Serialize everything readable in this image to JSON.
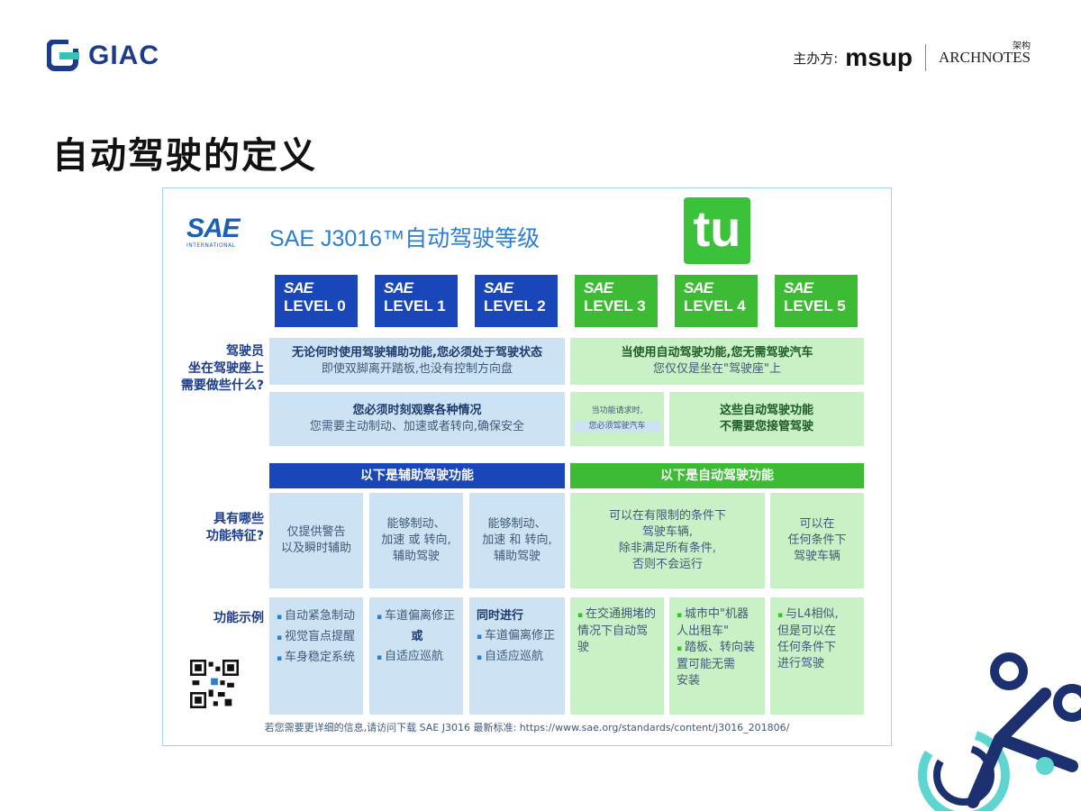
{
  "header": {
    "logo_text": "GIAC",
    "organizer_label": "主办方:",
    "msup": "msup",
    "archnotes": "ARCHNOTES",
    "archnotes_sub": "架构",
    "page_title": "自动驾驶的定义"
  },
  "chart": {
    "sae_logo": "SAE",
    "sae_sub": "INTERNATIONAL",
    "title": "SAE J3016™自动驾驶等级",
    "tu_logo": "tu",
    "levels": [
      {
        "sae": "SAE",
        "name": "LEVEL 0"
      },
      {
        "sae": "SAE",
        "name": "LEVEL 1"
      },
      {
        "sae": "SAE",
        "name": "LEVEL 2"
      },
      {
        "sae": "SAE",
        "name": "LEVEL 3"
      },
      {
        "sae": "SAE",
        "name": "LEVEL 4"
      },
      {
        "sae": "SAE",
        "name": "LEVEL 5"
      }
    ],
    "row_heads": {
      "driver": [
        "驾驶员",
        "坐在驾驶座上",
        "需要做些什么?"
      ],
      "features": [
        "具有哪些",
        "功能特征?"
      ],
      "examples": [
        "功能示例"
      ]
    },
    "driver": {
      "left_top_1": "无论何时使用驾驶辅助功能,您必须处于驾驶状态",
      "left_top_2": "即使双脚离开踏板,也没有控制方向盘",
      "left_bottom_1": "您必须时刻观察各种情况",
      "left_bottom_2": "您需要主动制动、加速或者转向,确保安全",
      "right_top_1": "当使用自动驾驶功能,您无需驾驶汽车",
      "right_top_2": "您仅仅是坐在\"驾驶座\"上",
      "l3_note_1": "当功能请求时,",
      "l3_note_2": "您必须驾驶汽车",
      "right_bottom_1": "这些自动驾驶功能",
      "right_bottom_2": "不需要您接管驾驶"
    },
    "bars": {
      "assist": "以下是辅助驾驶功能",
      "auto": "以下是自动驾驶功能"
    },
    "features": {
      "l0": [
        "仅提供警告",
        "以及瞬时辅助"
      ],
      "l1": [
        "能够制动、",
        "加速 或 转向,",
        "辅助驾驶"
      ],
      "l2": [
        "能够制动、",
        "加速 和 转向,",
        "辅助驾驶"
      ],
      "l34": [
        "可以在有限制的条件下",
        "驾驶车辆,",
        "除非满足所有条件,",
        "否则不会运行"
      ],
      "l5": [
        "可以在",
        "任何条件下",
        "驾驶车辆"
      ]
    },
    "examples": {
      "l0": [
        "自动紧急制动",
        "视觉盲点提醒",
        "车身稳定系统"
      ],
      "l1": [
        "车道偏离修正",
        "或",
        "自适应巡航"
      ],
      "l2_head": "同时进行",
      "l2": [
        "车道偏离修正",
        "自适应巡航"
      ],
      "l3": [
        "在交通拥堵的",
        "情况下自动驾",
        "驶"
      ],
      "l4": [
        "城市中\"机器",
        "人出租车\"",
        "踏板、转向装",
        "置可能无需",
        "安装"
      ],
      "l5": [
        "与L4相似,",
        "但是可以在",
        "任何条件下",
        "进行驾驶"
      ]
    },
    "footnote": "若您需要更详细的信息,请访问下载 SAE J3016 最新标准: https://www.sae.org/standards/content/j3016_201806/"
  },
  "colors": {
    "blue": "#1946b8",
    "green": "#3dbb34",
    "light_blue": "#cde3f4",
    "light_green": "#c9f1c6",
    "title_blue": "#2c7fd1"
  }
}
